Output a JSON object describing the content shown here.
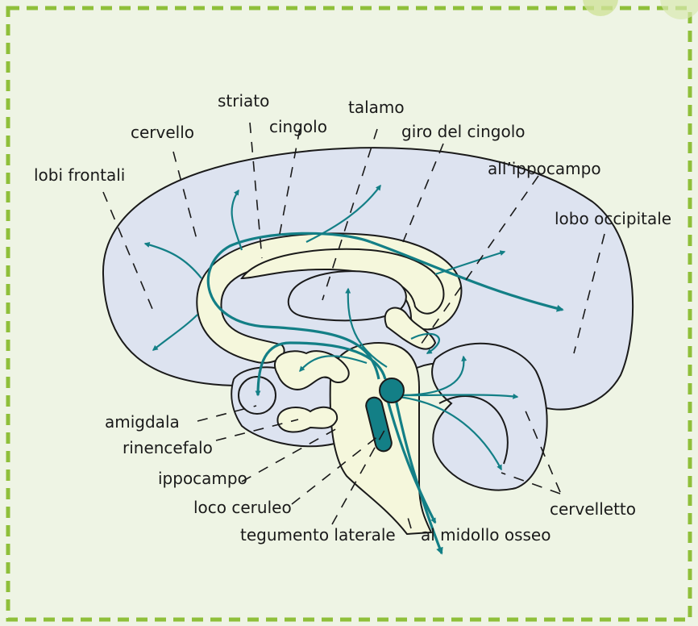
{
  "colors": {
    "panel": "#eef4e4",
    "frame": "#8fbf3a",
    "brain": "#dde3f0",
    "inner": "#f5f7dc",
    "pathway": "#137f86",
    "nucleus": "#137f86"
  },
  "labels": {
    "lobi_frontali": "lobi frontali",
    "cervello": "cervello",
    "striato": "striato",
    "cingolo": "cingolo",
    "talamo": "talamo",
    "giro_del_cingolo": "giro del cingolo",
    "all_ippocampo": "all’ippocampo",
    "lobo_occipitale": "lobo occipitale",
    "amigdala": "amigdala",
    "rinencefalo": "rinencefalo",
    "ippocampo": "ippocampo",
    "loco_ceruleo": "loco ceruleo",
    "tegumento_laterale": "tegumento laterale",
    "al_midollo_osseo": "al midollo osseo",
    "cervelletto": "cervelletto"
  }
}
